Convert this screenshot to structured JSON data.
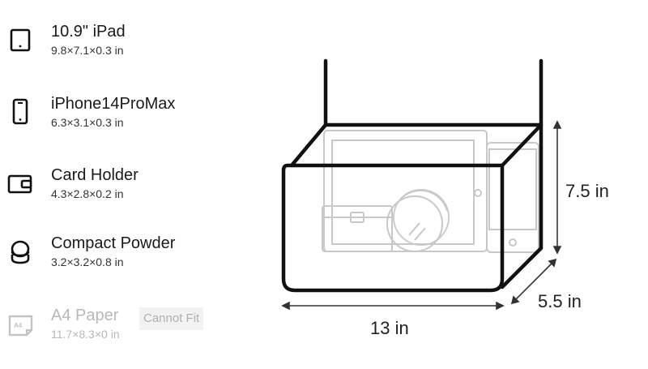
{
  "items": [
    {
      "name": "10.9\" iPad",
      "dims": "9.8×7.1×0.3 in",
      "icon": "tablet-icon"
    },
    {
      "name": "iPhone14ProMax",
      "dims": "6.3×3.1×0.3 in",
      "icon": "phone-icon"
    },
    {
      "name": "Card Holder",
      "dims": "4.3×2.8×0.2 in",
      "icon": "wallet-icon"
    },
    {
      "name": "Compact Powder",
      "dims": "3.2×3.2×0.8 in",
      "icon": "compact-powder-icon"
    },
    {
      "name": "A4 Paper",
      "dims": "11.7×8.3×0 in",
      "icon": "a4-paper-icon",
      "status": "Cannot Fit",
      "icon_text": "A4"
    }
  ],
  "dimensions": {
    "height": "7.5 in",
    "depth": "5.5 in",
    "width": "13 in"
  },
  "colors": {
    "text": "#1a1a1a",
    "disabled_text": "#b8b8b8",
    "badge_bg": "#f2f2f2",
    "outline": "#111111",
    "content_outline": "#c8c8c8"
  }
}
